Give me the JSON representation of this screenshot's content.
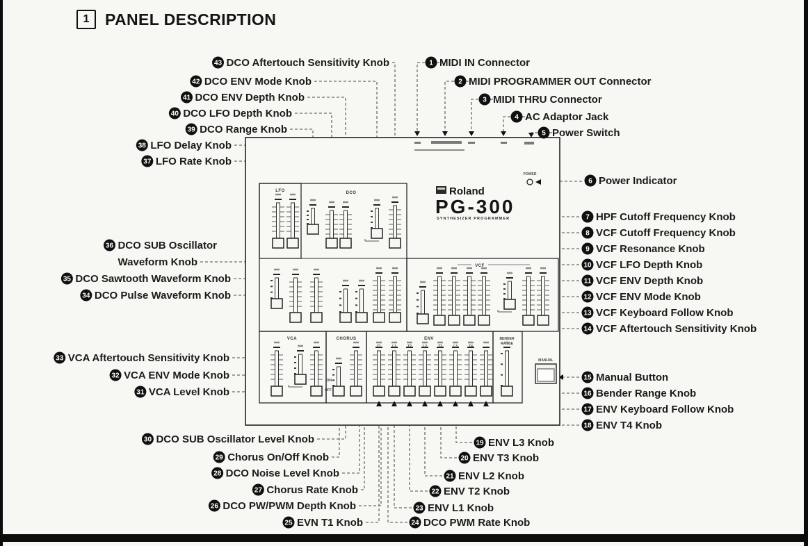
{
  "page": {
    "section_number": "1",
    "title": "PANEL DESCRIPTION"
  },
  "device": {
    "brand": "Roland",
    "model": "PG-300",
    "model_subtitle": "SYNTHESIZER PROGRAMMER",
    "power_label": "POWER",
    "manual_button_label": "MANUAL",
    "sections": {
      "lfo": "LFO",
      "dco": "DCO",
      "vcf": "VCF",
      "vca": "VCA",
      "chorus": "CHORUS",
      "env": "ENV",
      "bender_line1": "BENDER",
      "bender_line2": "RANGE"
    },
    "env_slider_labels": [
      "T1",
      "L1",
      "T2",
      "L2",
      "T3",
      "L3",
      "T4"
    ],
    "chorus_switch_labels": [
      "ON",
      "OFF"
    ]
  },
  "callouts": [
    {
      "n": 1,
      "label": "MIDI IN Connector"
    },
    {
      "n": 2,
      "label": "MIDI PROGRAMMER OUT Connector"
    },
    {
      "n": 3,
      "label": "MIDI THRU Connector"
    },
    {
      "n": 4,
      "label": "AC Adaptor Jack"
    },
    {
      "n": 5,
      "label": "Power Switch"
    },
    {
      "n": 6,
      "label": "Power Indicator"
    },
    {
      "n": 7,
      "label": "HPF Cutoff Frequency Knob"
    },
    {
      "n": 8,
      "label": "VCF Cutoff Frequency Knob"
    },
    {
      "n": 9,
      "label": "VCF Resonance Knob"
    },
    {
      "n": 10,
      "label": "VCF LFO Depth Knob"
    },
    {
      "n": 11,
      "label": "VCF ENV Depth Knob"
    },
    {
      "n": 12,
      "label": "VCF ENV Mode Knob"
    },
    {
      "n": 13,
      "label": "VCF Keyboard Follow Knob"
    },
    {
      "n": 14,
      "label": "VCF Aftertouch Sensitivity Knob"
    },
    {
      "n": 15,
      "label": "Manual Button"
    },
    {
      "n": 16,
      "label": "Bender Range Knob"
    },
    {
      "n": 17,
      "label": "ENV Keyboard Follow Knob"
    },
    {
      "n": 18,
      "label": "ENV T4 Knob"
    },
    {
      "n": 19,
      "label": "ENV L3 Knob"
    },
    {
      "n": 20,
      "label": "ENV T3 Knob"
    },
    {
      "n": 21,
      "label": "ENV L2 Knob"
    },
    {
      "n": 22,
      "label": "ENV T2 Knob"
    },
    {
      "n": 23,
      "label": "ENV L1 Knob"
    },
    {
      "n": 24,
      "label": "DCO PWM Rate Knob"
    },
    {
      "n": 25,
      "label": "EVN T1 Knob"
    },
    {
      "n": 26,
      "label": "DCO PW/PWM Depth Knob"
    },
    {
      "n": 27,
      "label": "Chorus Rate Knob"
    },
    {
      "n": 28,
      "label": "DCO Noise Level Knob"
    },
    {
      "n": 29,
      "label": "Chorus On/Off Knob"
    },
    {
      "n": 30,
      "label": "DCO SUB Oscillator Level Knob"
    },
    {
      "n": 31,
      "label": "VCA Level Knob"
    },
    {
      "n": 32,
      "label": "VCA ENV Mode Knob"
    },
    {
      "n": 33,
      "label": "VCA Aftertouch Sensitivity Knob"
    },
    {
      "n": 34,
      "label": "DCO Pulse Waveform Knob"
    },
    {
      "n": 35,
      "label": "DCO Sawtooth Waveform Knob"
    },
    {
      "n": 36,
      "label": "DCO SUB Oscillator",
      "label2": "Waveform Knob"
    },
    {
      "n": 37,
      "label": "LFO Rate Knob"
    },
    {
      "n": 38,
      "label": "LFO Delay Knob"
    },
    {
      "n": 39,
      "label": "DCO Range Knob"
    },
    {
      "n": 40,
      "label": "DCO LFO Depth Knob"
    },
    {
      "n": 41,
      "label": "DCO ENV Depth Knob"
    },
    {
      "n": 42,
      "label": "DCO ENV Mode Knob"
    },
    {
      "n": 43,
      "label": "DCO Aftertouch Sensitivity Knob"
    }
  ]
}
